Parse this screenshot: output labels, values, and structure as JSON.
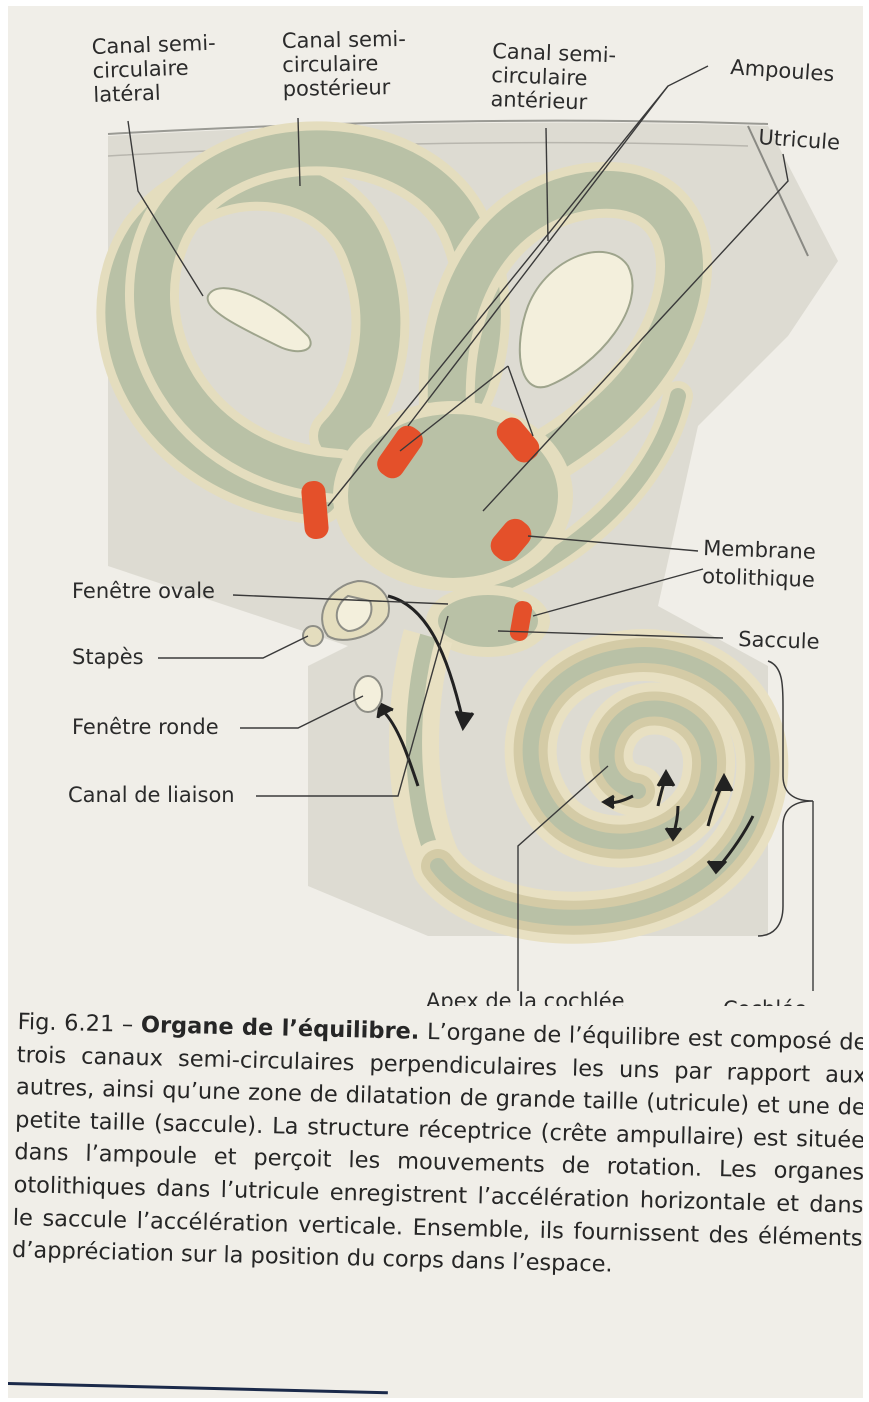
{
  "labels": {
    "canal_lateral": [
      "Canal semi-",
      "circulaire",
      "latéral"
    ],
    "canal_posterieur": [
      "Canal semi-",
      "circulaire",
      "postérieur"
    ],
    "canal_anterieur": [
      "Canal semi-",
      "circulaire",
      "antérieur"
    ],
    "ampoules": "Ampoules",
    "utricule": "Utricule",
    "membrane_otolithique": [
      "Membrane",
      "otolithique"
    ],
    "saccule": "Saccule",
    "fenetre_ovale": "Fenêtre ovale",
    "stapes": "Stapès",
    "fenetre_ronde": "Fenêtre ronde",
    "canal_liaison": "Canal de liaison",
    "apex_cochlee": "Apex de la cochlée",
    "cochlee": "Cochlée"
  },
  "caption": {
    "figure_number": "Fig. 6.21 –",
    "title": "Organe de l’équilibre.",
    "text": "L’organe de l’équilibre est composé de trois canaux semi-circulaires perpendiculaires les uns par rapport aux autres, ainsi qu’une zone de dilatation de grande taille (utricule) et une de petite taille (saccule). La structure réceptrice (crête ampullaire) est située dans l’ampoule et perçoit les mouvements de rotation. Les organes otolithiques dans l’utricule enregistrent l’accélération horizontale et dans le saccule l’accélération verticale. Ensemble, ils fournissent des éléments d’appréciation sur la position du corps dans l’espace."
  },
  "colors": {
    "membrane_fill": "#b9c1a6",
    "bone_fill": "#e4ddbe",
    "receptor": "#e4502a",
    "cochlea_outer": "#e8e0c2",
    "background": "#f0eee8"
  }
}
